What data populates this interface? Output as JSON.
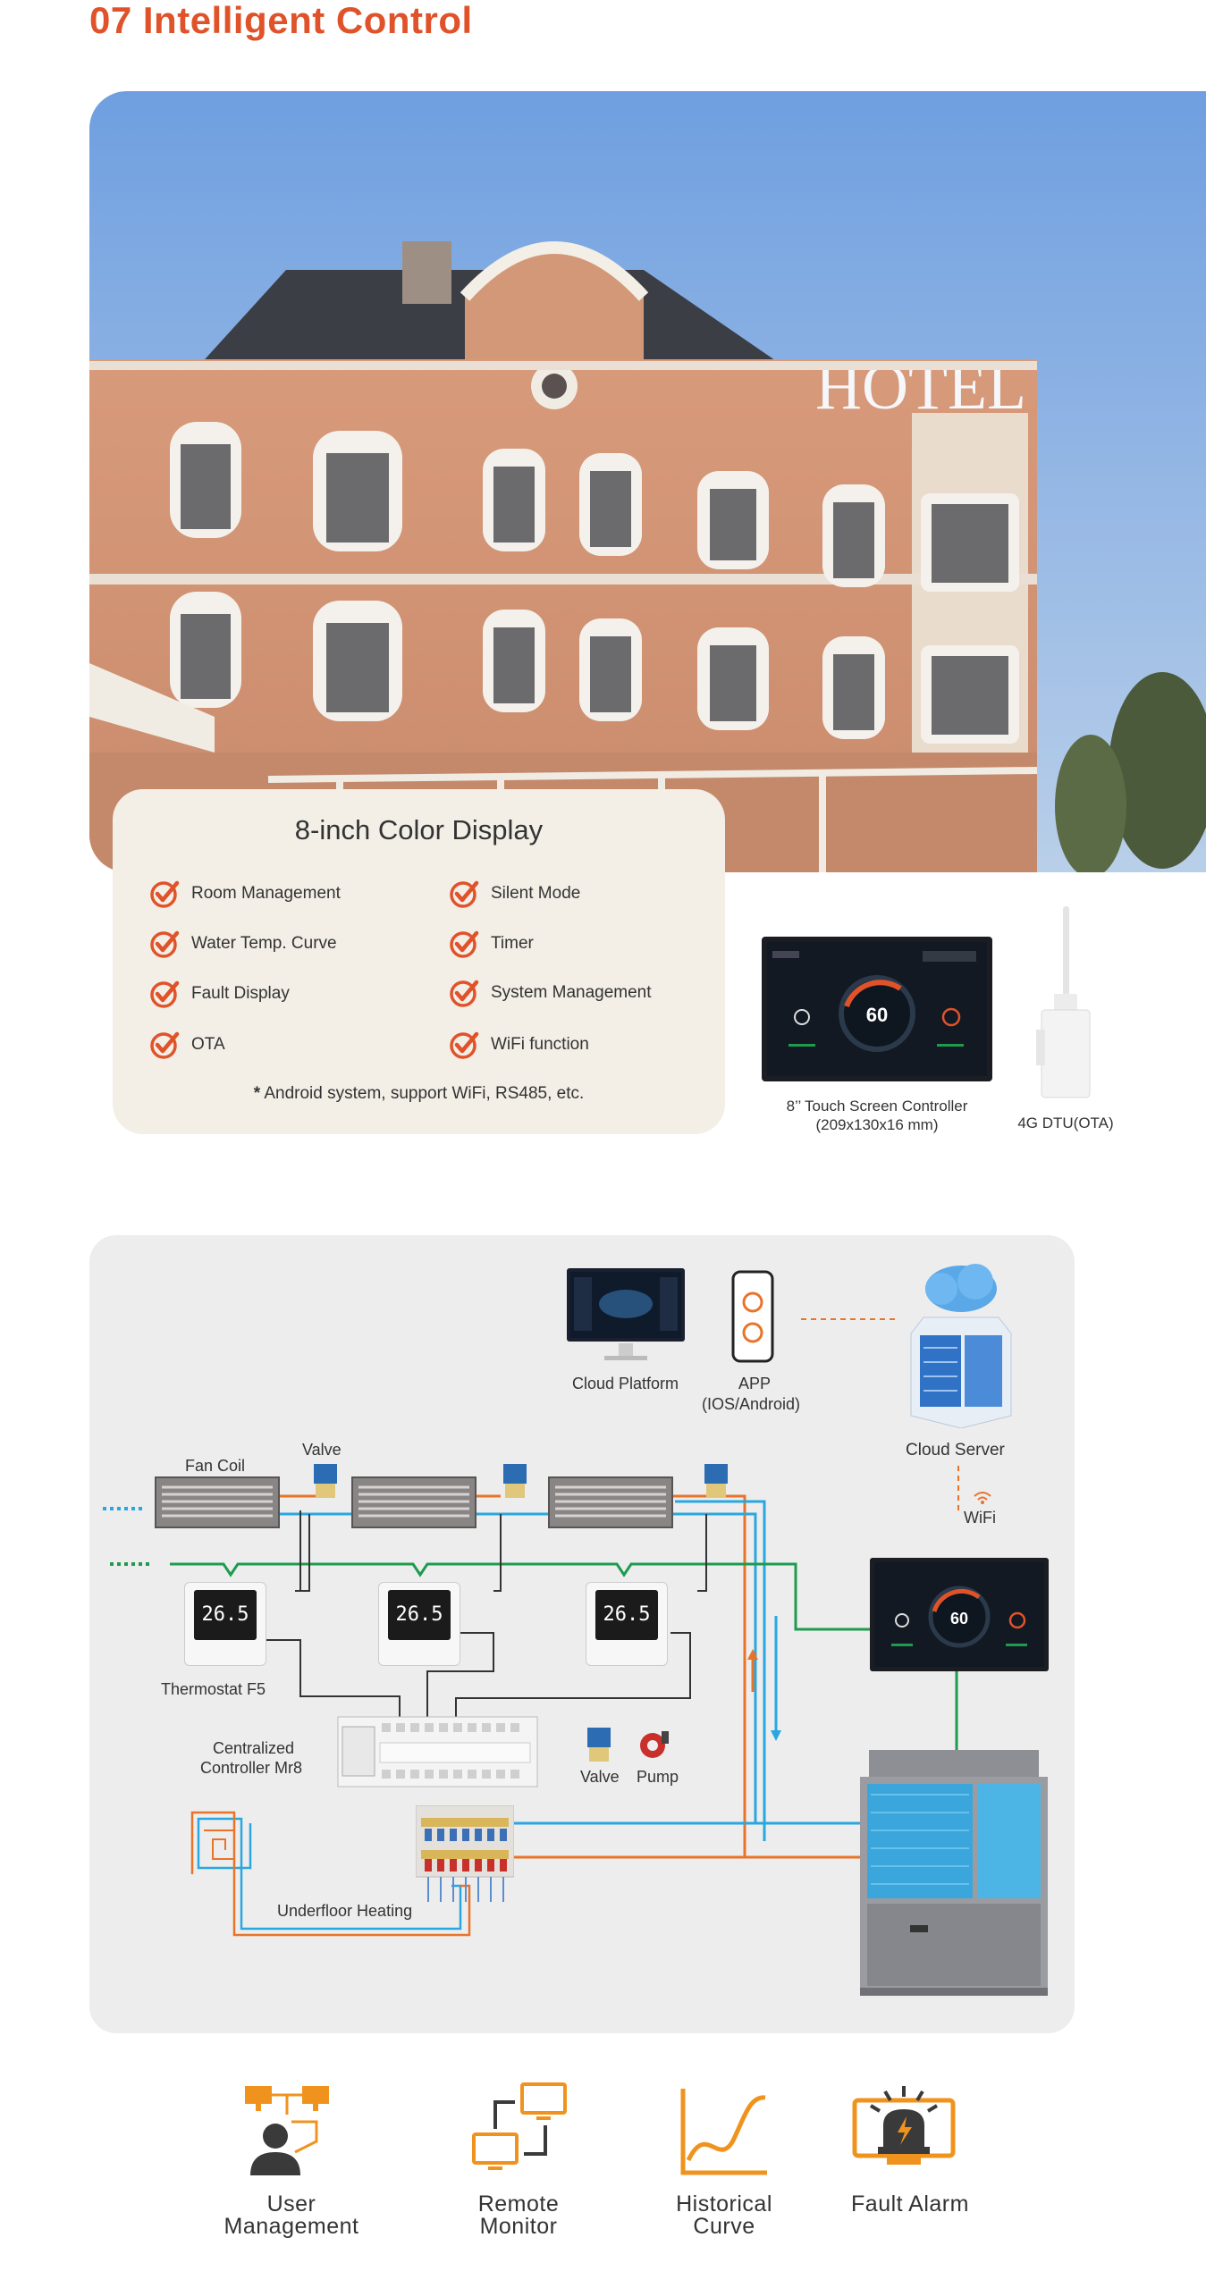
{
  "header": {
    "title": "07  Intelligent Control"
  },
  "hero": {
    "sign_text": "HOTEL"
  },
  "display_card": {
    "title": "8-inch Color Display",
    "features": [
      "Room Management",
      "Water Temp. Curve",
      "Fault Display",
      "OTA",
      "Silent Mode",
      "Timer",
      "System Management",
      "WiFi function"
    ],
    "note_star": "*",
    "note": "Android system, support WiFi, RS485, etc."
  },
  "products": {
    "touch_screen": {
      "line1": "8’’ Touch Screen Controller",
      "line2": "(209x130x16 mm)",
      "screen_value": "60"
    },
    "dtu": {
      "label": "4G DTU(OTA)"
    }
  },
  "system": {
    "cloud_platform": "Cloud Platform",
    "app_line1": "APP",
    "app_line2": "(IOS/Android)",
    "cloud_server": "Cloud Server",
    "wifi": "WiFi",
    "fan_coil": "Fan Coil",
    "valve_top": "Valve",
    "thermostat": "Thermostat  F5",
    "thermostat_value": "26.5",
    "controller_line1": "Centralized",
    "controller_line2": "Controller Mr8",
    "valve_legend": "Valve",
    "pump_legend": "Pump",
    "underfloor": "Underfloor Heating",
    "panel_value": "60"
  },
  "features_row": [
    {
      "line1": "User",
      "line2": "Management",
      "icon": "user-management-icon"
    },
    {
      "line1": "Remote",
      "line2": "Monitor",
      "icon": "remote-monitor-icon"
    },
    {
      "line1": "Historical",
      "line2": "Curve",
      "icon": "historical-curve-icon"
    },
    {
      "line1": "Fault Alarm",
      "line2": "",
      "icon": "fault-alarm-icon"
    }
  ],
  "colors": {
    "accent": "#e0532a",
    "icon_orange": "#f0931e",
    "pipe_blue": "#29a7e1",
    "pipe_orange": "#e8742a",
    "pipe_green": "#1e9b4f"
  }
}
